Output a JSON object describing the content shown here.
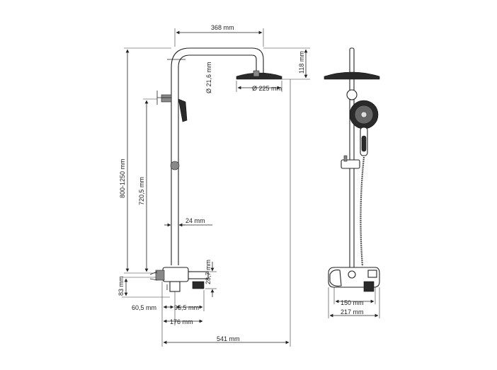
{
  "dimensions": {
    "arm_width": "368 mm",
    "head_height": "118 mm",
    "pipe_diameter": "Ø 21,6 mm",
    "head_diameter": "Ø 225 mm",
    "total_height": "800-1250 mm",
    "rail_height": "720,5 mm",
    "rail_diameter": "24 mm",
    "mixer_height": "28,7 mm",
    "base_height": "83 mm",
    "dim_60": "60,5 mm",
    "dim_95": "95,5 mm",
    "dim_176": "176 mm",
    "total_width": "541 mm",
    "mount_150": "150 mm",
    "mount_217": "217 mm"
  }
}
